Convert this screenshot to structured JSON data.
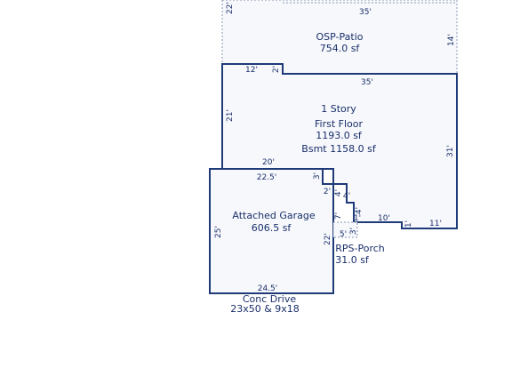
{
  "colors": {
    "outline": "#1f3a78",
    "dashed": "#8a96b4",
    "fill": "#f6f8fb",
    "text": "#1a2f6b"
  },
  "areas": {
    "patio": {
      "name": "OSP-Patio",
      "size": "754.0 sf"
    },
    "first_floor": {
      "story": "1 Story",
      "name": "First Floor",
      "size": "1193.0 sf",
      "bsmt": "Bsmt 1158.0 sf"
    },
    "garage": {
      "name": "Attached Garage",
      "size": "606.5 sf"
    },
    "porch": {
      "name": "RPS-Porch",
      "size": "31.0 sf"
    },
    "drive": {
      "name": "Conc Drive",
      "size": "23x50 & 9x18"
    }
  },
  "dimensions": {
    "patio_left": "22'",
    "patio_top": "35'",
    "patio_right": "14'",
    "house_top_left": "12'",
    "house_notch": "2'",
    "house_top": "35'",
    "house_left": "21'",
    "house_right": "31'",
    "house_bottom_left": "20'",
    "garage_top": "22.5'",
    "garage_notch_a": "3'",
    "garage_step": "2'",
    "step_vert_a": "4'",
    "step_horiz": "4'",
    "porch_vert": "4'",
    "step_vert_b": "7'",
    "house_bottom_a": "1'",
    "house_bottom_mid": "10'",
    "house_bottom_b": "1'",
    "house_bottom_right": "11'",
    "porch_bottom": "5'",
    "porch_right": "3'",
    "garage_left": "25'",
    "garage_right": "22'",
    "garage_bottom": "24.5'"
  }
}
